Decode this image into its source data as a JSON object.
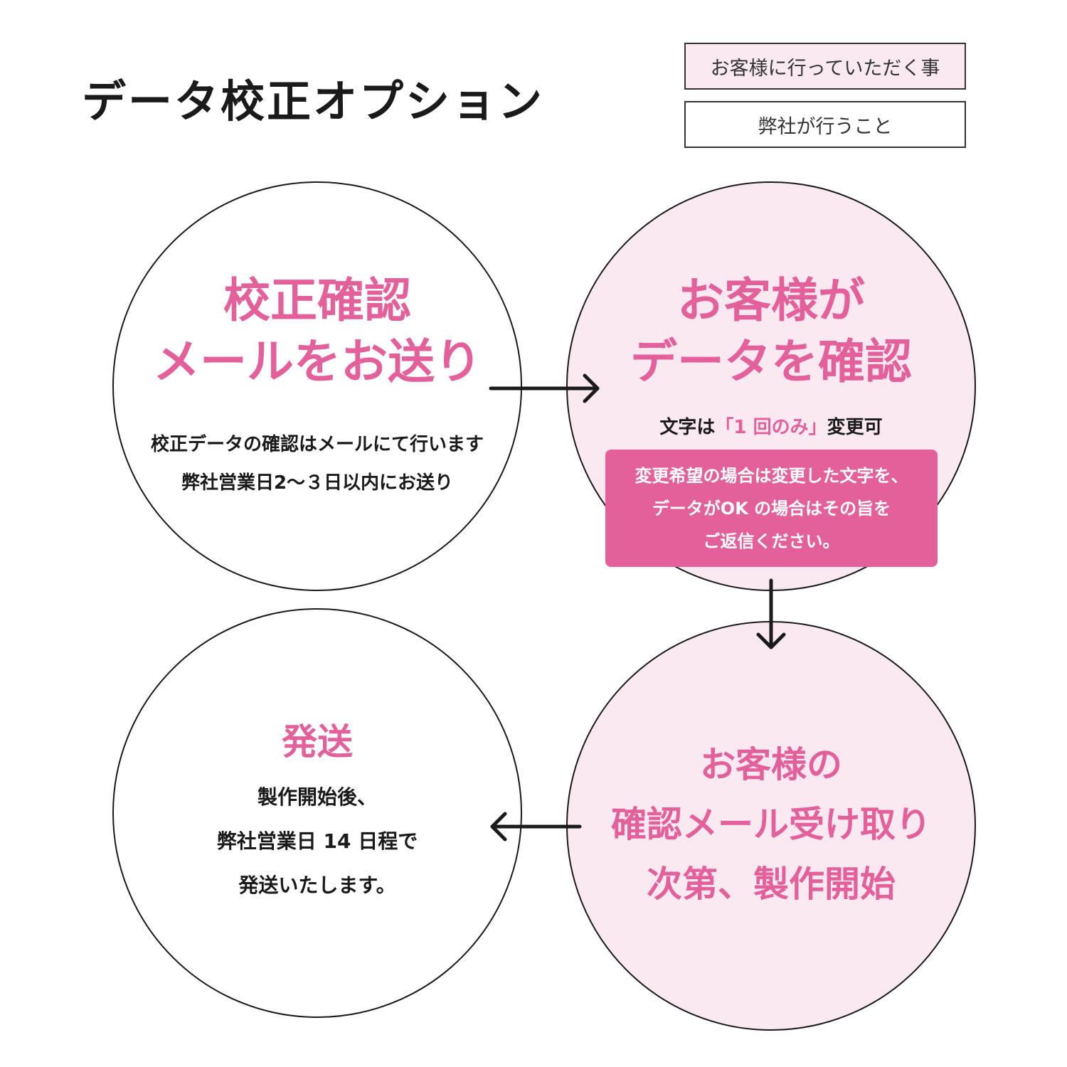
{
  "title": "データ校正オプション",
  "legend": {
    "customer": "お客様に行っていただく事",
    "company": "弊社が行うこと"
  },
  "steps": [
    {
      "heading": [
        "校正確認",
        "メールをお送り"
      ],
      "body": [
        "校正データの確認はメールにて行います",
        "弊社営業日2～３日以内にお送り"
      ]
    },
    {
      "heading": [
        "お客様が",
        "データを確認"
      ],
      "sub_prefix": "文字は",
      "sub_highlight": "「1 回のみ」",
      "sub_suffix": "変更可",
      "note": [
        "変更希望の場合は変更した文字を、",
        "データがOK の場合はその旨を",
        "ご返信ください。"
      ]
    },
    {
      "heading": [
        "お客様の",
        "確認メール受け取り",
        "次第、製作開始"
      ]
    },
    {
      "heading": [
        "発送"
      ],
      "body": [
        "製作開始後、",
        "弊社営業日 14 日程で",
        "発送いたします。"
      ]
    }
  ],
  "colors": {
    "accent": "#e4609b",
    "customer_fill": "#fbe9f2",
    "stroke": "#1a1a1a"
  }
}
